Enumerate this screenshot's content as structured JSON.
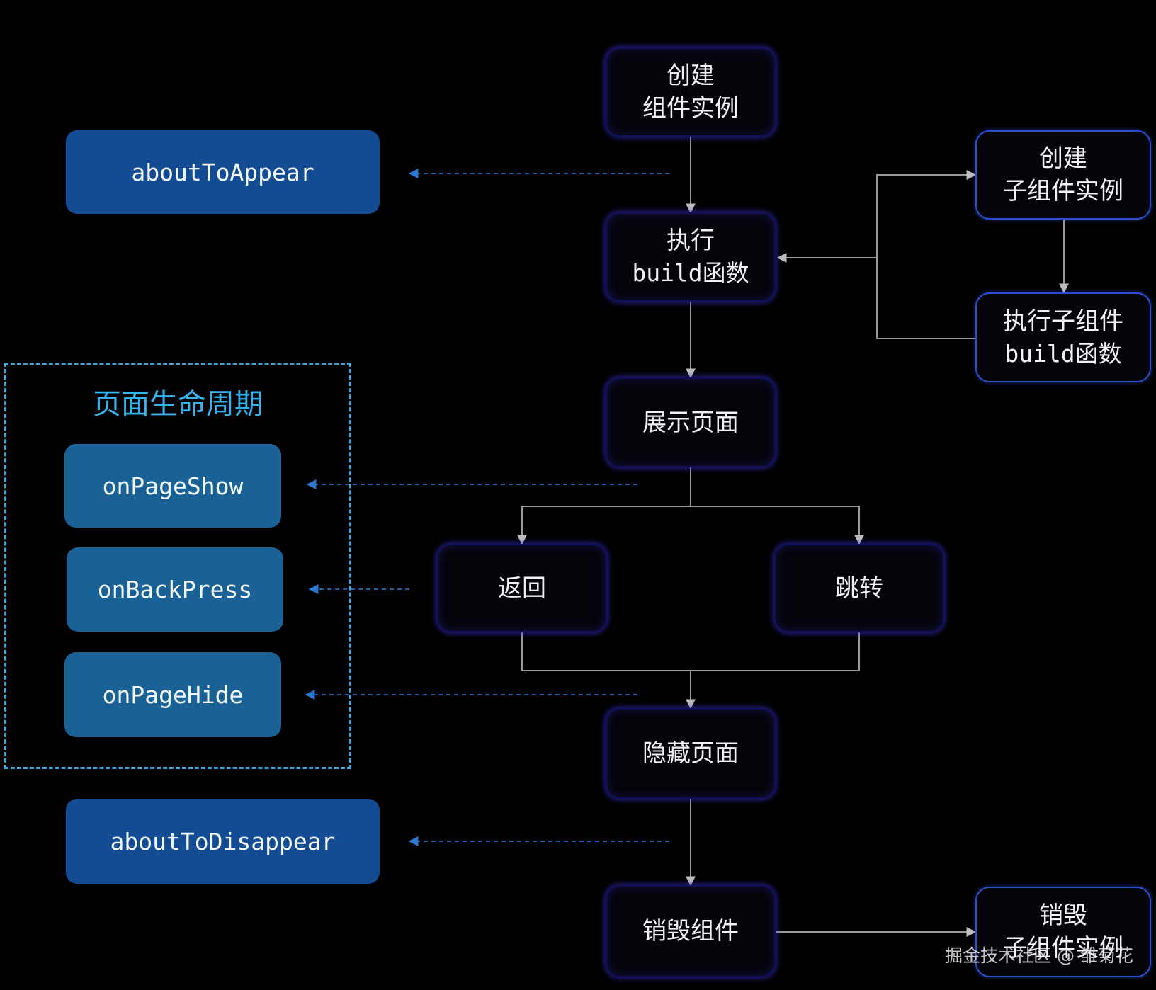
{
  "colors": {
    "background": "#000000",
    "node_fill": "#04040b",
    "node_glow": "#3c32dc",
    "component_hook": "#134c92",
    "page_hook": "#1a6296",
    "group_border": "#3aa8de",
    "connector": "#9a9a9a",
    "dashed_arrow": "#1f5fa8"
  },
  "flow": {
    "create_instance": [
      "创建",
      "组件实例"
    ],
    "run_build": [
      "执行",
      "build函数"
    ],
    "show_page": "展示页面",
    "back": "返回",
    "jump": "跳转",
    "hide_page": "隐藏页面",
    "destroy_component": "销毁组件"
  },
  "child": {
    "create_child": [
      "创建",
      "子组件实例"
    ],
    "run_child_build": [
      "执行子组件",
      "build函数"
    ],
    "destroy_child": [
      "销毁",
      "子组件实例"
    ]
  },
  "hooks": {
    "about_to_appear": "aboutToAppear",
    "about_to_disappear": "aboutToDisappear"
  },
  "page_lifecycle": {
    "title": "页面生命周期",
    "on_page_show": "onPageShow",
    "on_back_press": "onBackPress",
    "on_page_hide": "onPageHide"
  },
  "watermark": "掘金技术社区 @ 雏菊花"
}
